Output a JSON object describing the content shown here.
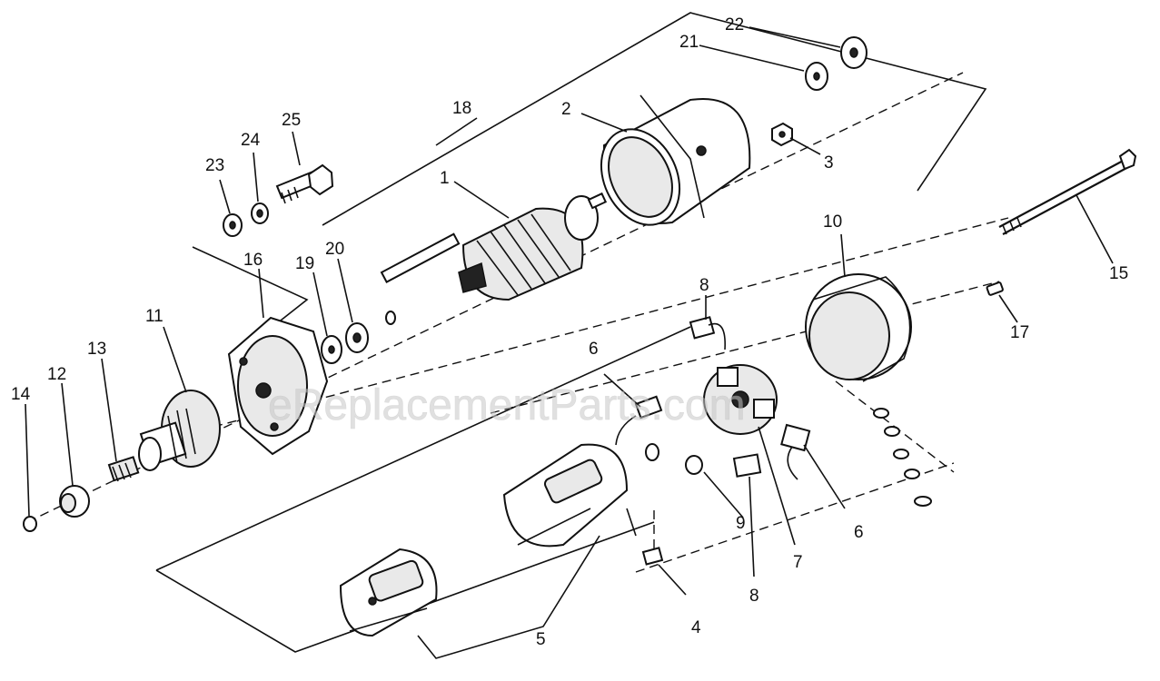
{
  "watermark": "eReplacementParts.com",
  "callouts": [
    "1",
    "2",
    "3",
    "4",
    "5",
    "6",
    "6",
    "7",
    "8",
    "8",
    "9",
    "10",
    "11",
    "12",
    "13",
    "14",
    "15",
    "16",
    "17",
    "18",
    "19",
    "20",
    "21",
    "22",
    "23",
    "24",
    "25"
  ]
}
